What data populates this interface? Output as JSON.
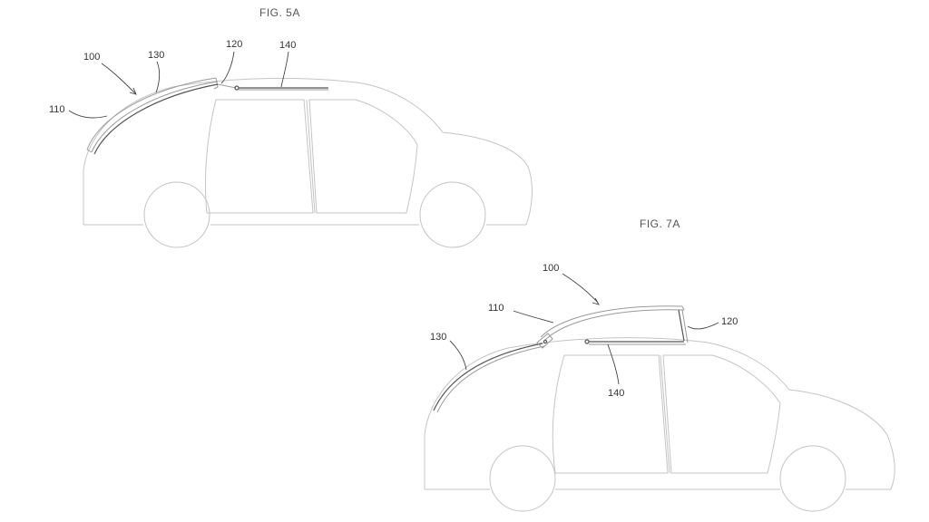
{
  "figures": [
    {
      "title": "FIG. 5A",
      "labels": {
        "ref100": "100",
        "ref110": "110",
        "ref120": "120",
        "ref130": "130",
        "ref140": "140"
      }
    },
    {
      "title": "FIG. 7A",
      "labels": {
        "ref100": "100",
        "ref110": "110",
        "ref120": "120",
        "ref130": "130",
        "ref140": "140"
      }
    }
  ]
}
